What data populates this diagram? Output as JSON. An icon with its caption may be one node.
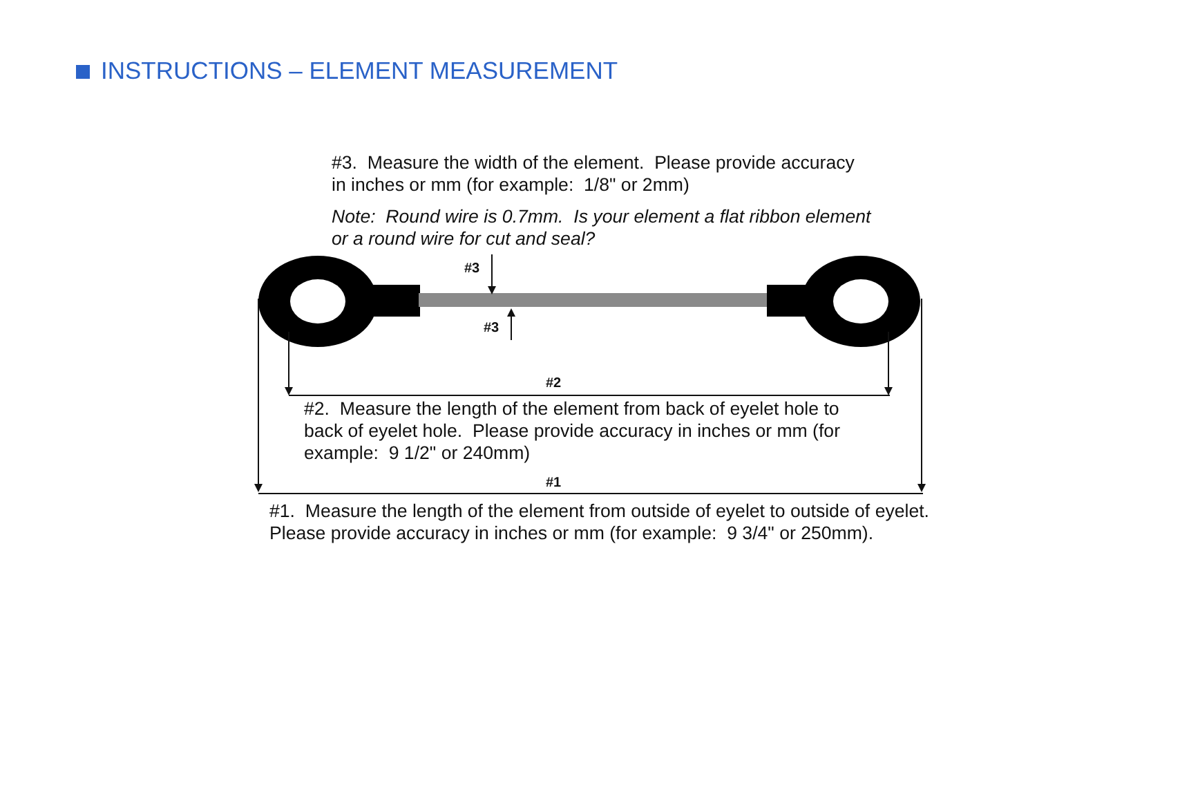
{
  "diagram": {
    "title": "INSTRUCTIONS – ELEMENT MEASUREMENT",
    "labels": [
      "#3.  Measure the width of the element.  Please provide accuracy in inches or mm (for example:  1/8\" or 2mm)",
      "Note:  Round wire is 0.7mm.  Is your element a flat ribbon element or a round wire for cut and seal?",
      "#3",
      "#3",
      "#2",
      "#2.  Measure the length of the element from back of eyelet hole to back of eyelet hole.  Please provide accuracy in inches or mm (for example:  9 1/2\" or 240mm)",
      "#1",
      "#1.  Measure the length of the element from outside of eyelet to outside of eyelet.  Please provide accuracy in inches or mm (for example:  9 3/4\" or 250mm)."
    ]
  }
}
